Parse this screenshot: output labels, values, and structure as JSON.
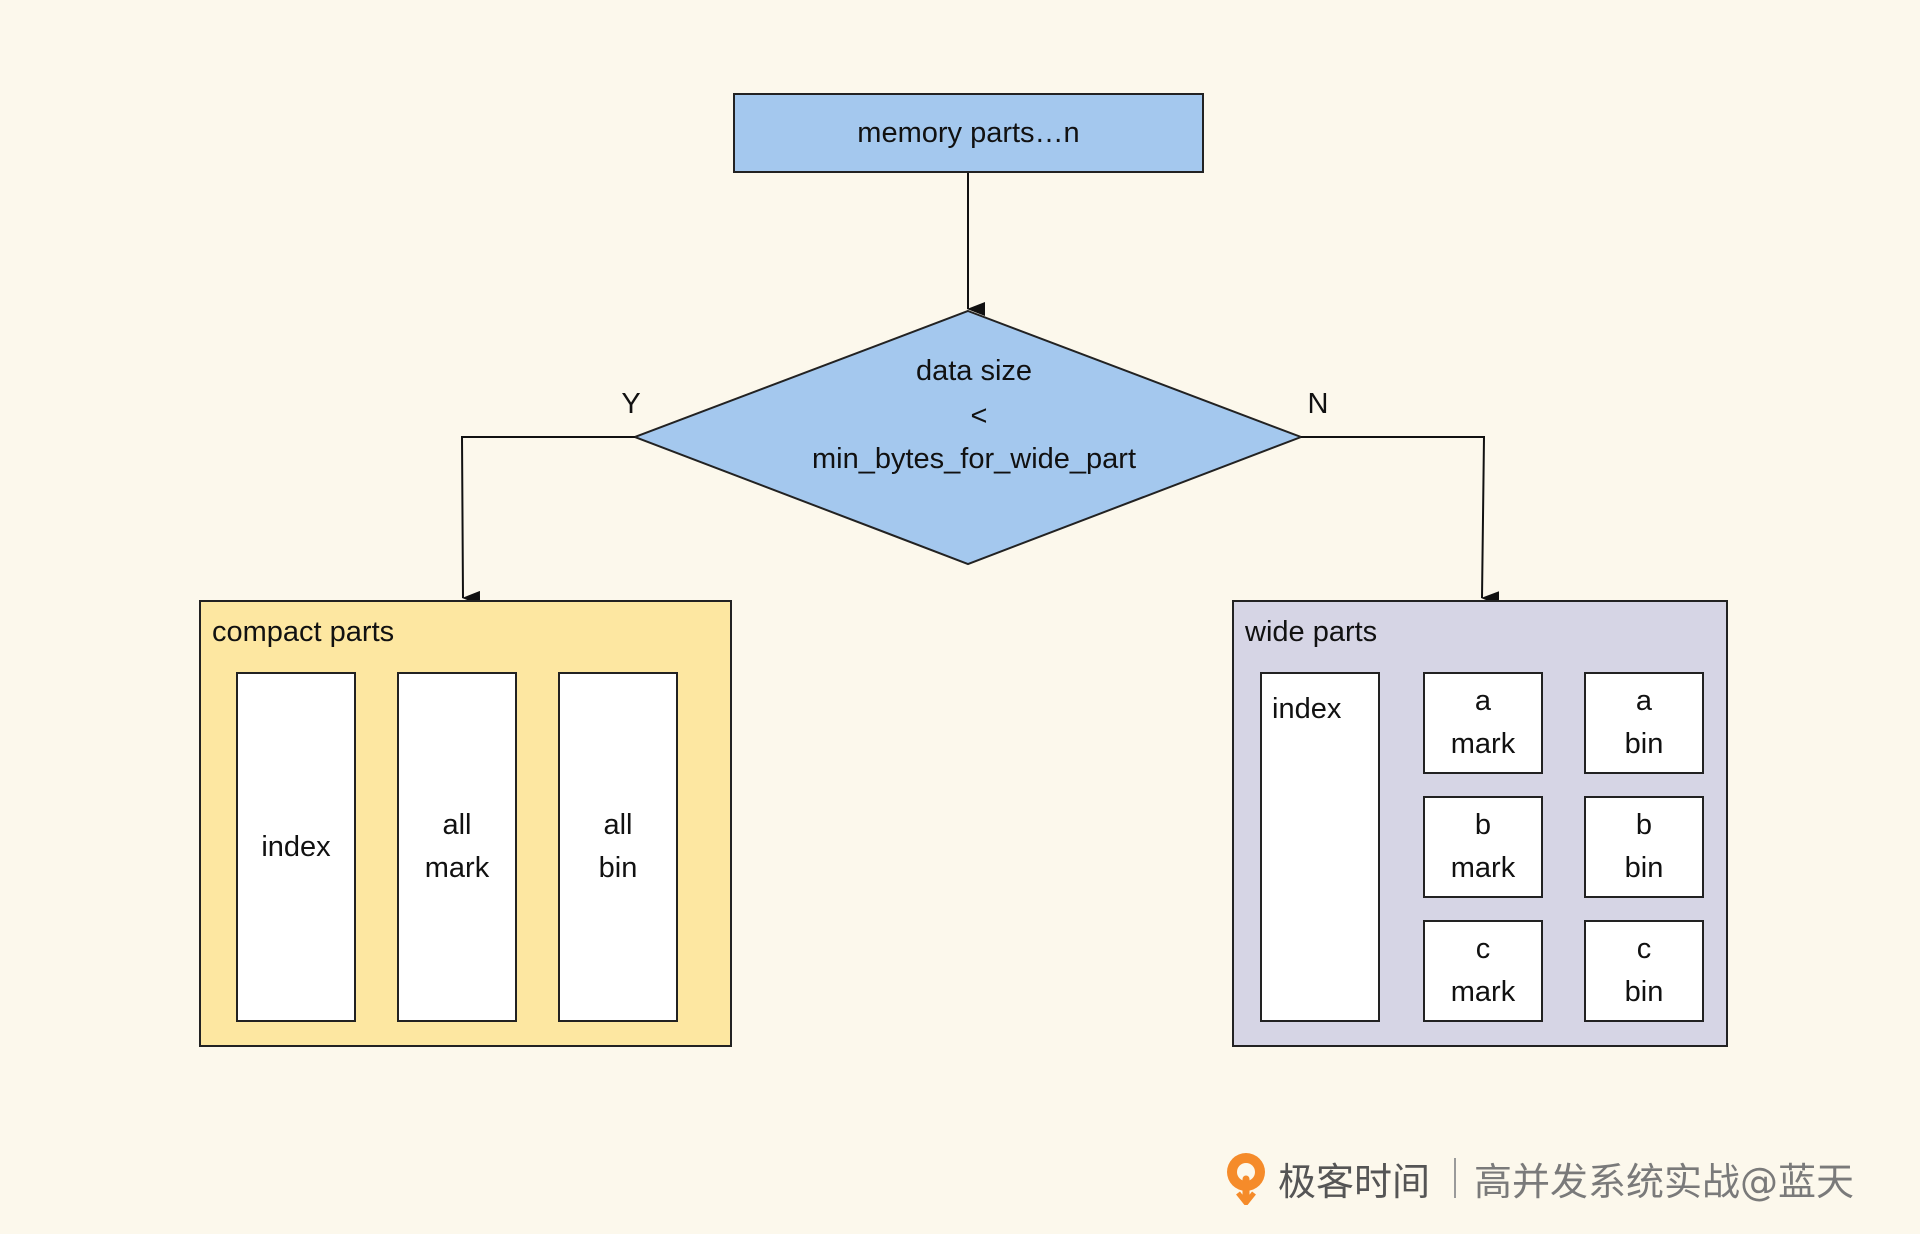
{
  "start": {
    "label": "memory parts…n"
  },
  "decision": {
    "line1": "data size",
    "line2": "<",
    "line3": "min_bytes_for_wide_part",
    "yes_label": "Y",
    "no_label": "N"
  },
  "compact": {
    "title": "compact parts",
    "cells": [
      {
        "line1": "index",
        "line2": ""
      },
      {
        "line1": "all",
        "line2": "mark"
      },
      {
        "line1": "all",
        "line2": "bin"
      }
    ]
  },
  "wide": {
    "title": "wide parts",
    "index": "index",
    "cells": [
      {
        "line1": "a",
        "line2": "mark"
      },
      {
        "line1": "a",
        "line2": "bin"
      },
      {
        "line1": "b",
        "line2": "mark"
      },
      {
        "line1": "b",
        "line2": "bin"
      },
      {
        "line1": "c",
        "line2": "mark"
      },
      {
        "line1": "c",
        "line2": "bin"
      }
    ]
  },
  "footer": {
    "brand": "极客时间",
    "course": "高并发系统实战@蓝天"
  },
  "colors": {
    "background": "#fcf8ec",
    "start_fill": "#a4c8ee",
    "decision_fill": "#a4c8ee",
    "compact_fill": "#fde7a1",
    "wide_fill": "#d6d5e5",
    "cell_fill": "#ffffff",
    "logo_orange": "#f58b2a"
  }
}
